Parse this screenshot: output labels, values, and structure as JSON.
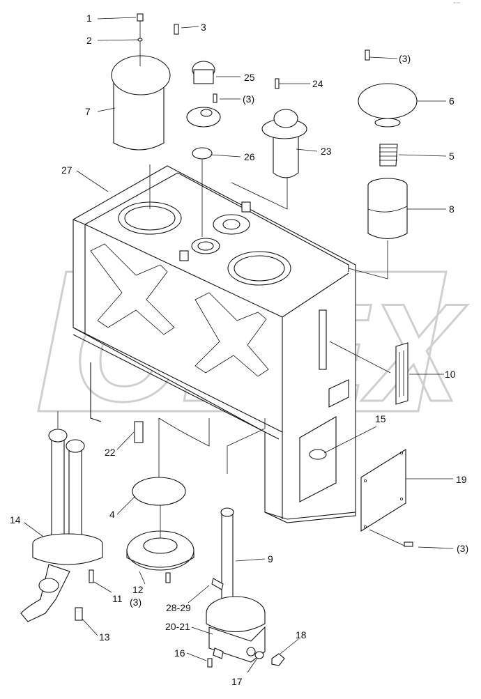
{
  "corner_mark": "ᵒᵖ ˣˣˣ",
  "callouts": {
    "c1": "1",
    "c2": "2",
    "c3a": "3",
    "c3b": "(3)",
    "c3c": "(3)",
    "c3d": "(3)",
    "c3e": "(3)",
    "c4": "4",
    "c5": "5",
    "c6": "6",
    "c7": "7",
    "c8": "8",
    "c9": "9",
    "c10": "10",
    "c11": "11",
    "c12": "12",
    "c13": "13",
    "c14": "14",
    "c15": "15",
    "c16": "16",
    "c17": "17",
    "c18": "18",
    "c19": "19",
    "c20": "20-21",
    "c22": "22",
    "c23": "23",
    "c24": "24",
    "c25": "25",
    "c26": "26",
    "c27": "27",
    "c28": "28-29"
  },
  "watermark": "OPEX"
}
